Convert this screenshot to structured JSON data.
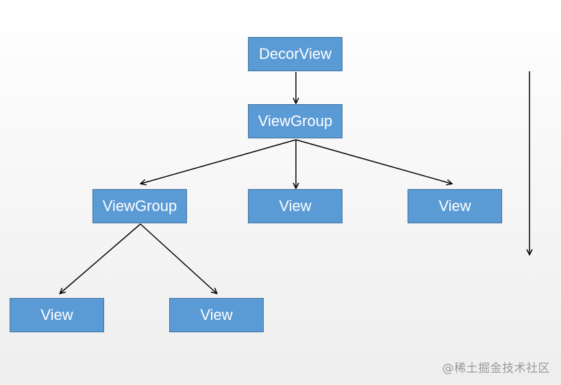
{
  "diagram": {
    "nodes": {
      "decor_view": "DecorView",
      "view_group_root": "ViewGroup",
      "view_group_child": "ViewGroup",
      "view_a": "View",
      "view_b": "View",
      "view_c": "View",
      "view_d": "View"
    },
    "edges": [
      [
        "DecorView",
        "ViewGroup"
      ],
      [
        "ViewGroup",
        "ViewGroup"
      ],
      [
        "ViewGroup",
        "View"
      ],
      [
        "ViewGroup",
        "View"
      ],
      [
        "ViewGroup",
        "View"
      ],
      [
        "ViewGroup",
        "View"
      ]
    ],
    "node_color": "#5b9bd5",
    "node_text_color": "#ffffff"
  },
  "watermark": {
    "text": "@稀土掘金技术社区"
  }
}
